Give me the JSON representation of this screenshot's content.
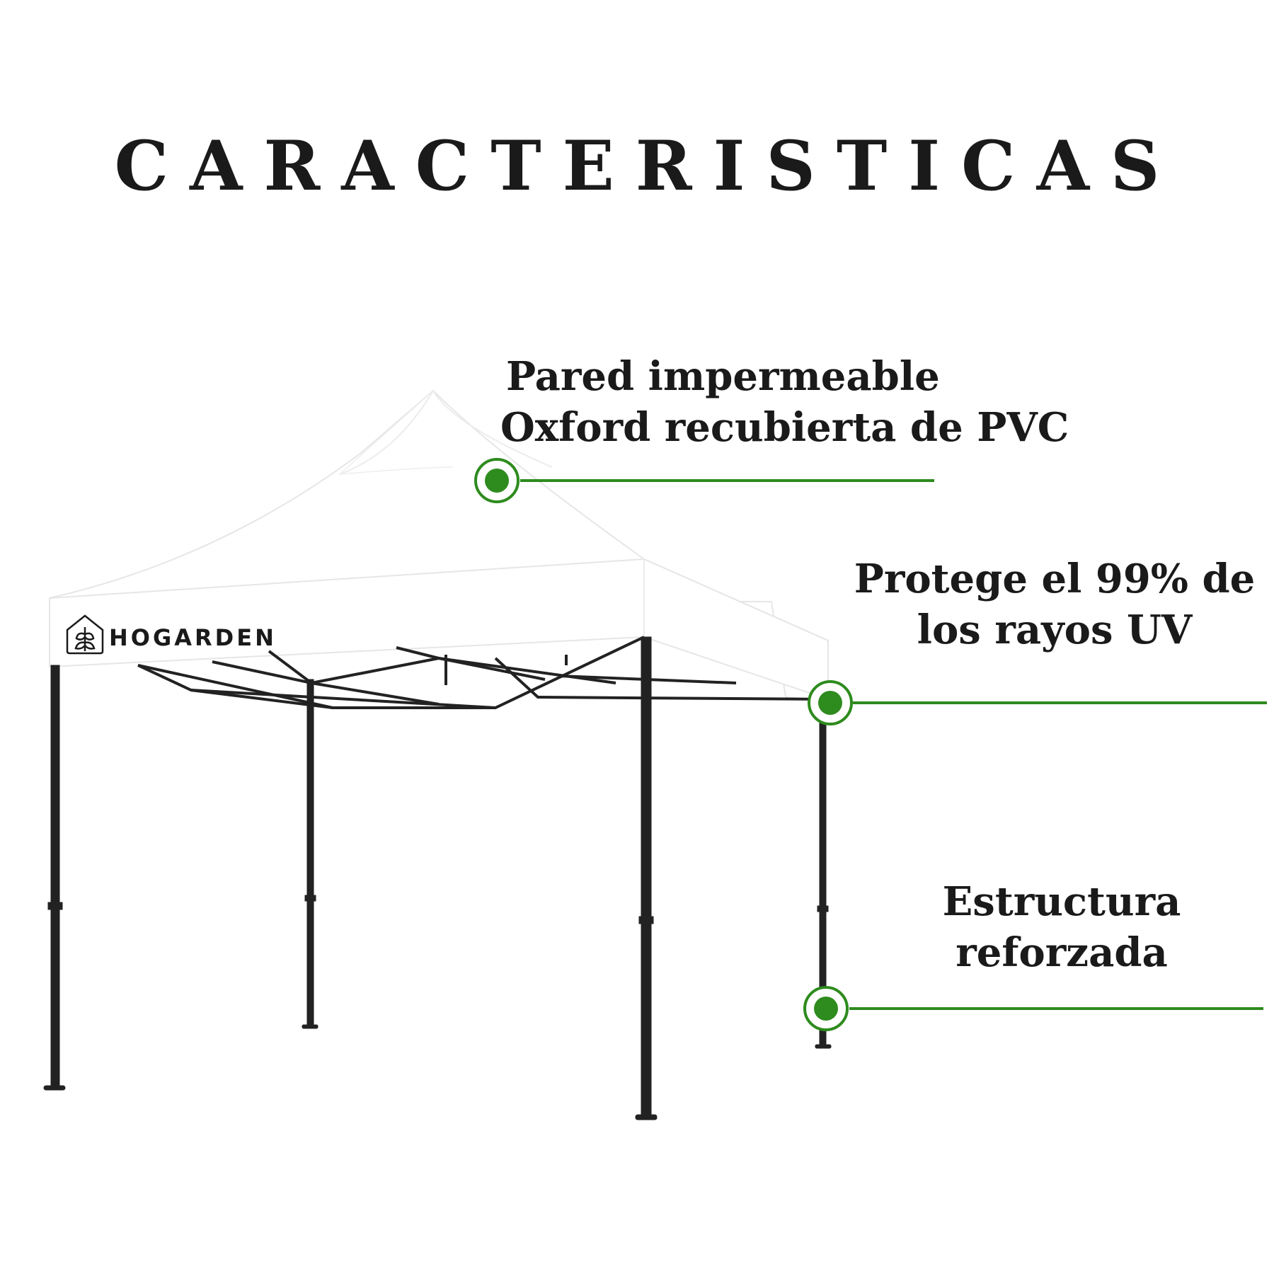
{
  "title": "CARACTERISTICAS",
  "brand": {
    "name": "HOGARDEN",
    "logo_icon": "house-leaves-icon"
  },
  "callouts": [
    {
      "line1": "Pared impermeable",
      "line2": "Oxford recubierta de PVC"
    },
    {
      "line1": "Protege el 99% de",
      "line2": "los rayos UV"
    },
    {
      "line1": "Estructura",
      "line2": "reforzada"
    }
  ],
  "colors": {
    "accent_green": "#2e8b1e",
    "frame": "#222222",
    "canopy": "#ffffff",
    "text": "#1a1a1a"
  }
}
